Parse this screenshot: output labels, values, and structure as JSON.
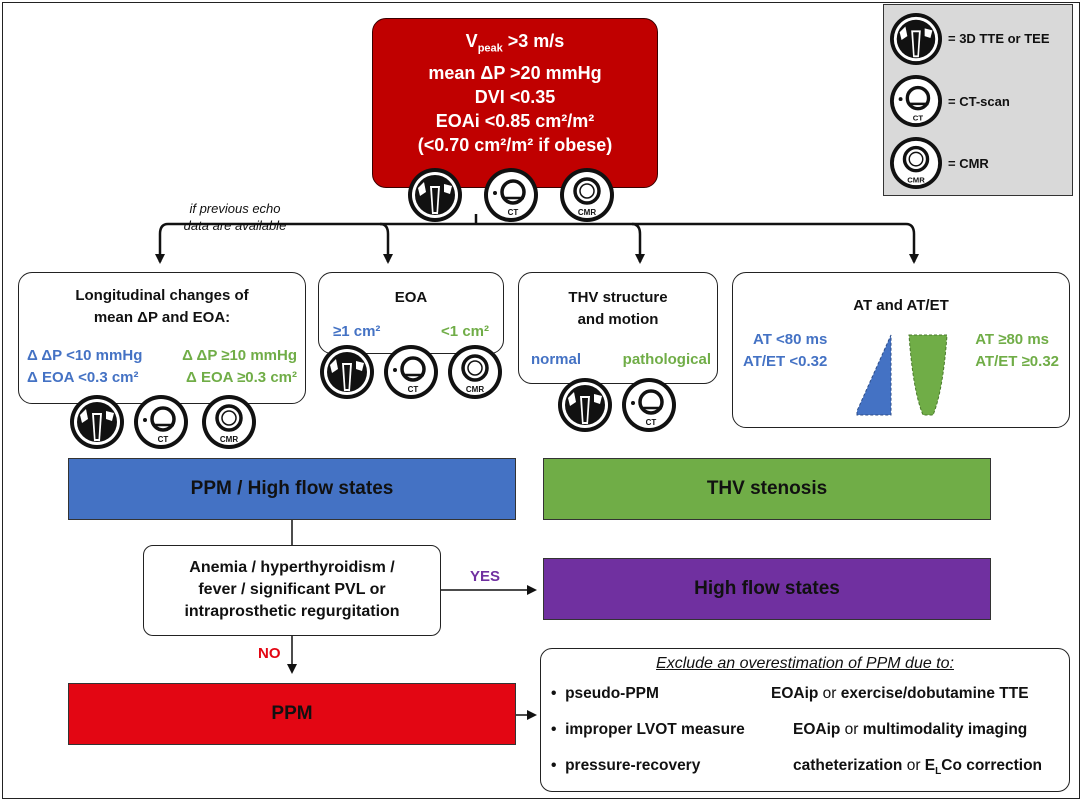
{
  "top_box": {
    "line1_main": "V",
    "line1_sub": "peak",
    "line1_rest": " >3 m/s",
    "line2": "mean ΔP >20 mmHg",
    "line3": "DVI <0.35",
    "line4": "EOAi <0.85 cm²/m²",
    "line5": "(<0.70 cm²/m² if obese)"
  },
  "legend": {
    "items": [
      {
        "icon": "3d-echo-probe-icon",
        "label": "= 3D TTE or TEE"
      },
      {
        "icon": "ct-scanner-icon",
        "label": "= CT-scan",
        "icon_text": "CT"
      },
      {
        "icon": "cmr-scanner-icon",
        "label": "= CMR",
        "icon_text": "CMR"
      }
    ]
  },
  "branch_note": {
    "line1": "if previous echo",
    "line2": "data are available"
  },
  "box_longitudinal": {
    "title1": "Longitudinal changes of",
    "title2": "mean ΔP and EOA:",
    "left1": "Δ ΔP <10 mmHg",
    "left2": "Δ EOA <0.3 cm²",
    "right1": "Δ ΔP ≥10 mmHg",
    "right2": "Δ EOA ≥0.3 cm²"
  },
  "box_eoa": {
    "title": "EOA",
    "left": "≥1 cm²",
    "right": "<1 cm²"
  },
  "box_thv": {
    "title1": "THV structure",
    "title2": "and motion",
    "left": "normal",
    "right": "pathological"
  },
  "box_at": {
    "title": "AT and AT/ET",
    "left1": "AT <80 ms",
    "left2": "AT/ET <0.32",
    "right1": "AT ≥80 ms",
    "right2": "AT/ET ≥0.32"
  },
  "icon_text": {
    "ct": "CT",
    "cmr": "CMR"
  },
  "bar_ppm_high": "PPM / High flow states",
  "bar_thv_stenosis": "THV stenosis",
  "anemia_box": {
    "line1": "Anemia / hyperthyroidism /",
    "line2": "fever / significant PVL or",
    "line3": "intraprosthetic regurgitation"
  },
  "yes_label": "YES",
  "no_label": "NO",
  "bar_high_flow": "High flow states",
  "bar_ppm": "PPM",
  "exclude_box": {
    "title": "Exclude an overestimation of PPM due to:",
    "items": [
      {
        "cause": "pseudo-PPM",
        "remedy_a": "EOAip",
        "connector": " or ",
        "remedy_b": "exercise/dobutamine TTE"
      },
      {
        "cause": "improper LVOT measure",
        "remedy_a": "EOAip",
        "connector": " or ",
        "remedy_b": "multimodality imaging"
      },
      {
        "cause": "pressure-recovery",
        "remedy_a": "catheterization",
        "connector": " or ",
        "remedy_b_main": "E",
        "remedy_b_sub": "L",
        "remedy_b_rest": "Co correction"
      }
    ]
  },
  "colors": {
    "red": "#e30613",
    "dark_red": "#c00000",
    "blue_bar": "#4472c4",
    "green_bar": "#70ad47",
    "purple_bar": "#7030a0",
    "blue_text": "#4472c4",
    "green_text": "#70ad47",
    "legend_bg": "#d9d9d9"
  }
}
